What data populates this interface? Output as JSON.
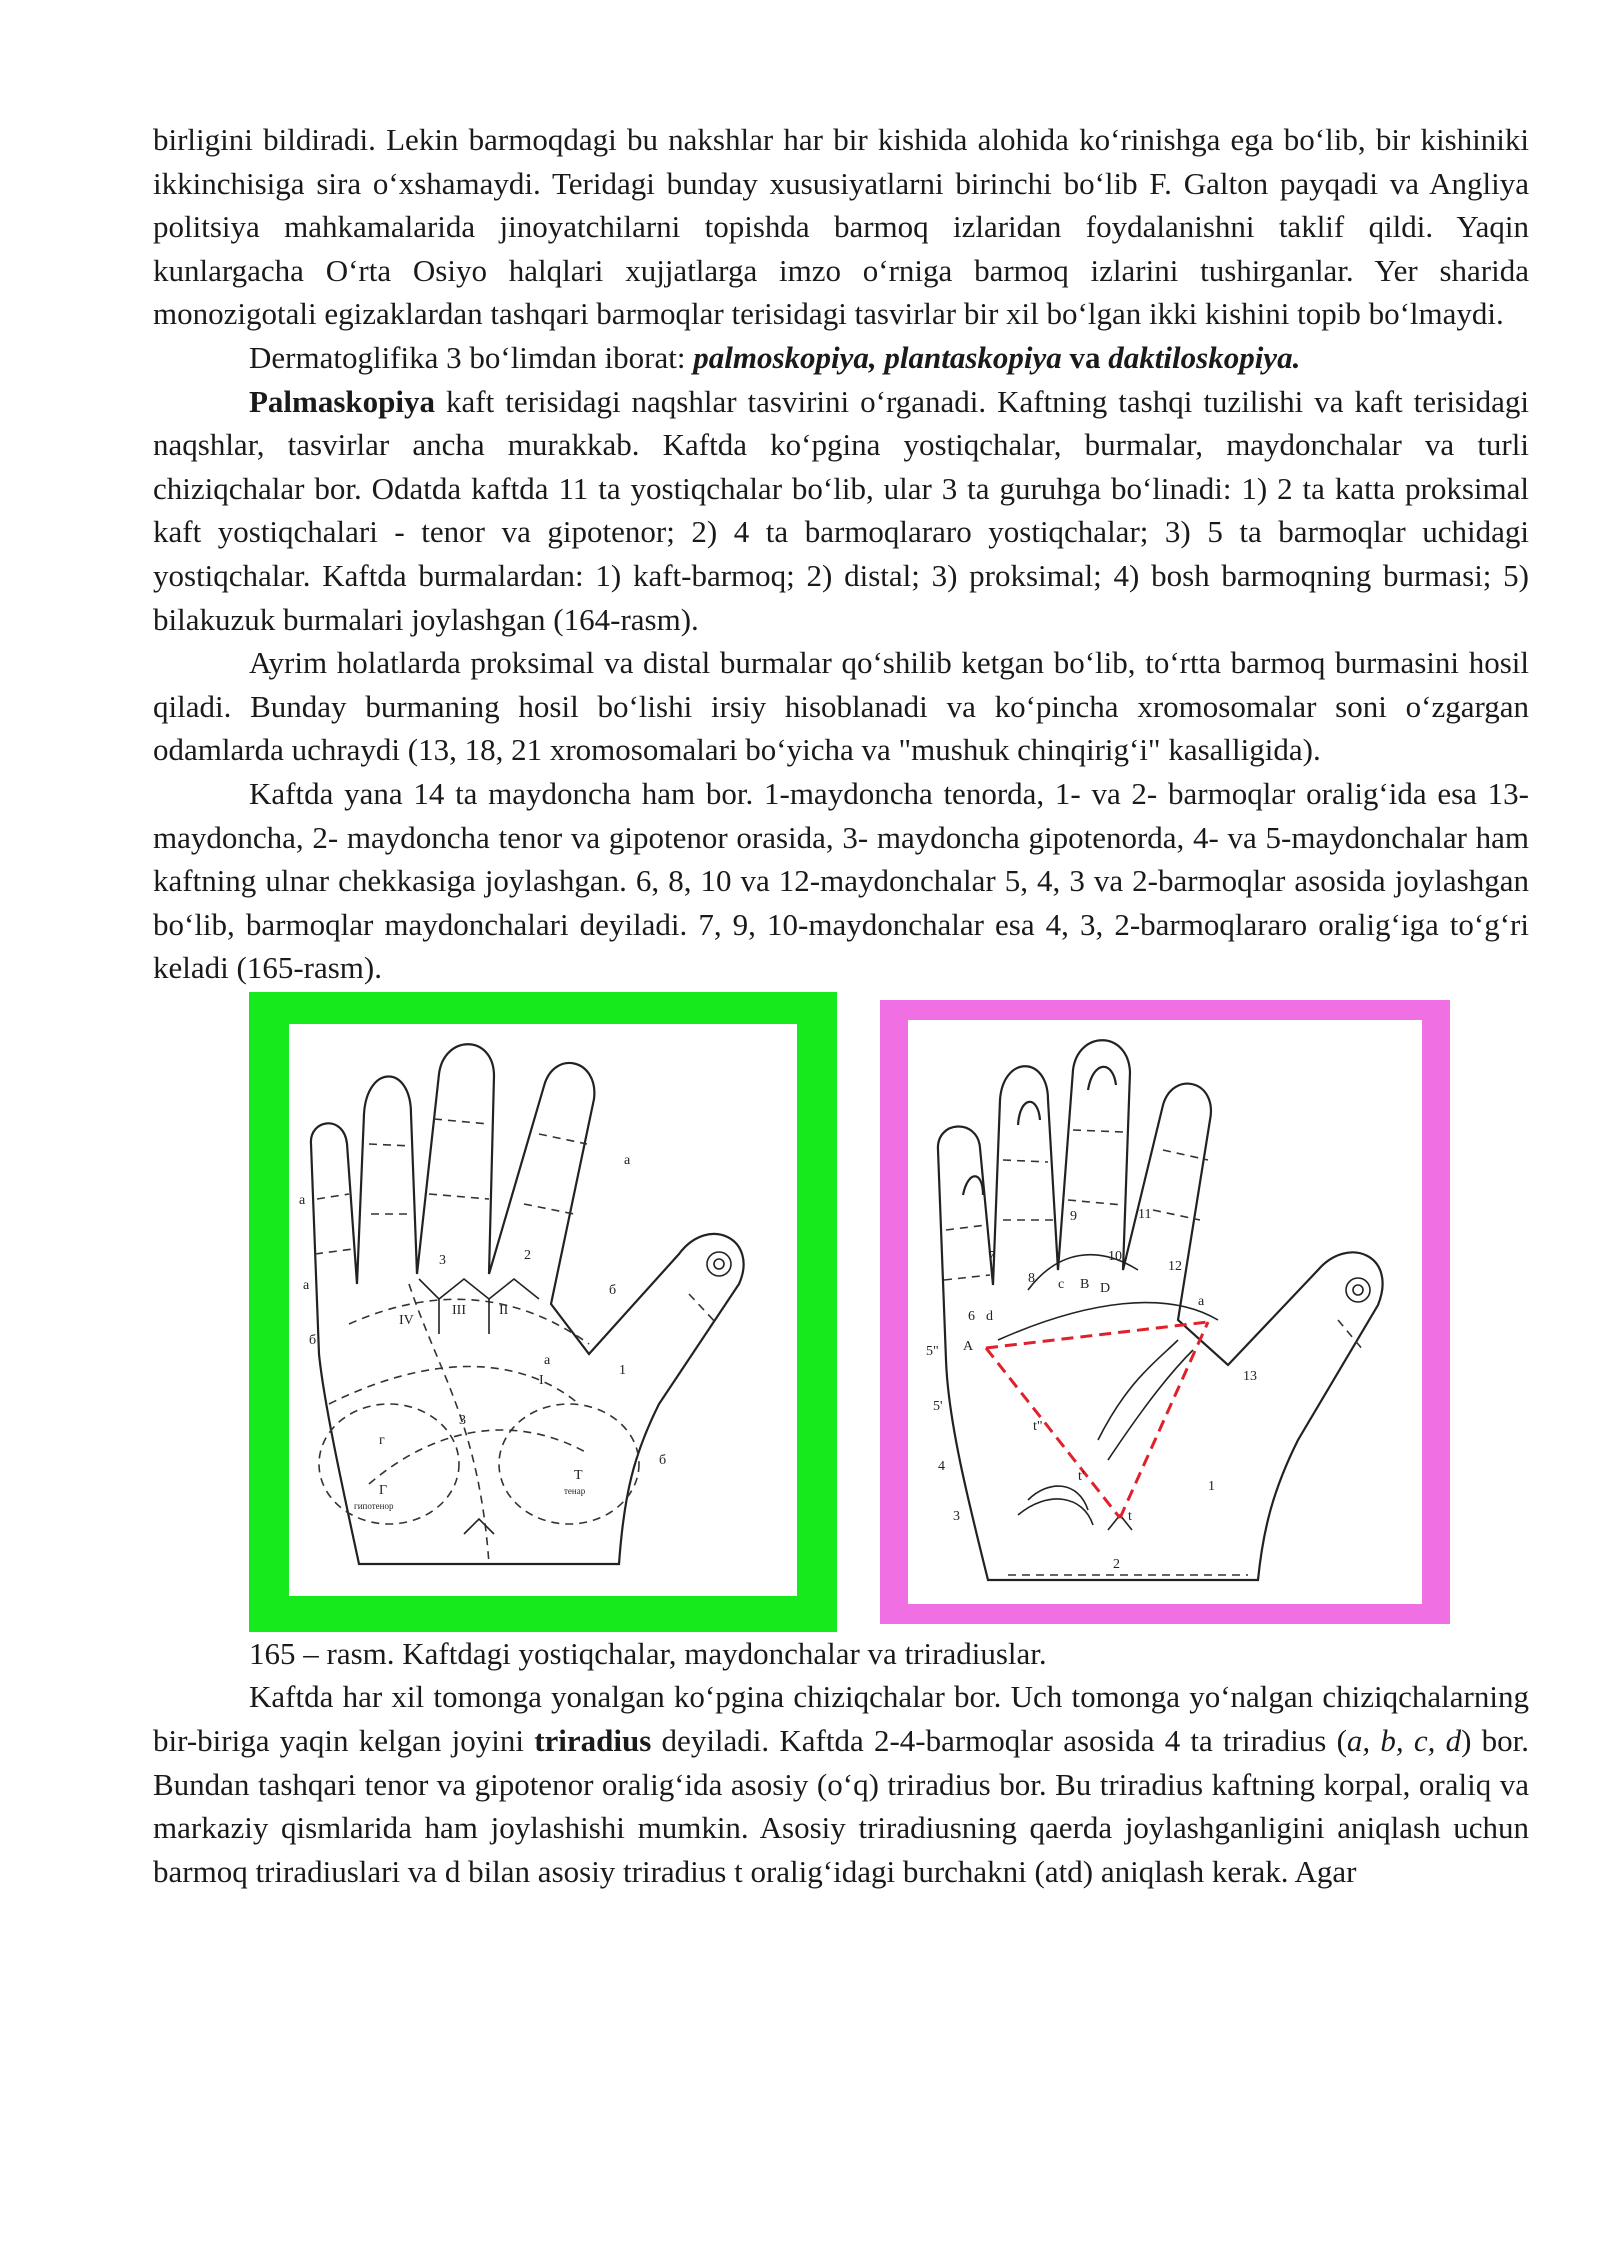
{
  "paragraphs": {
    "p1": "birligini bildiradi. Lekin barmoqdagi bu nakshlar har bir kishida alohida ko‘rinishga ega bo‘lib, bir kishiniki ikkinchisiga sira o‘xshamaydi. Teridagi bunday xususiyatlarni birinchi bo‘lib F. Galton payqadi va Angliya politsiya mahkamalarida jinoyatchilarni topishda barmoq izlaridan foydalanishni taklif qildi. Yaqin kunlargacha O‘rta Osiyo halqlari xujjatlarga imzo o‘rniga barmoq izlarini tushirganlar. Yer sharida monozigotali egizaklardan tashqari barmoqlar terisidagi tasvirlar bir xil bo‘lgan ikki kishini topib bo‘lmaydi.",
    "p2_start": "Dermatoglifika 3 bo‘limdan iborat: ",
    "p2_term1": "palmoskopiya, plantaskopiya",
    "p2_va": " va ",
    "p2_term2": "daktiloskopiya.",
    "p3_term": "Palmaskopiya",
    "p3_rest": " kaft terisidagi naqshlar tasvirini o‘rganadi. Kaftning tashqi tuzilishi va kaft terisidagi naqshlar, tasvirlar ancha murakkab. Kaftda ko‘pgina yostiqchalar, burmalar, maydonchalar va turli chiziqchalar bor. Odatda kaftda 11 ta yostiqchalar bo‘lib, ular 3 ta guruhga bo‘linadi: 1) 2 ta katta proksimal kaft yostiqchalari - tenor va gipotenor; 2) 4 ta barmoqlararo yostiqchalar; 3) 5 ta barmoqlar uchidagi  yostiqchalar. Kaftda burmalardan: 1) kaft-barmoq; 2) distal; 3) proksimal; 4) bosh barmoqning burmasi; 5) bilakuzuk burmalari joylashgan (164-rasm).",
    "p4": "Ayrim holatlarda proksimal va distal burmalar qo‘shilib ketgan bo‘lib, to‘rtta barmoq burmasini hosil qiladi. Bunday burmaning hosil bo‘lishi irsiy hisoblanadi va ko‘pincha xromosomalar soni o‘zgargan odamlarda uchraydi (13, 18, 21 xromosomalari bo‘yicha va \"mushuk chinqirig‘i\" kasalligida).",
    "p5": "Kaftda yana 14 ta maydoncha ham bor. 1-maydoncha tenorda, 1- va 2- barmoqlar oralig‘ida esa 13- maydoncha, 2- maydoncha tenor va gipotenor orasida, 3- maydoncha gipotenorda, 4- va 5-maydonchalar ham kaftning ulnar chekkasiga joylashgan. 6, 8, 10 va 12-maydonchalar 5, 4, 3 va 2-barmoqlar asosida joylashgan bo‘lib, barmoqlar maydonchalari deyiladi. 7, 9, 10-maydonchalar esa 4, 3, 2-barmoqlararo oralig‘iga to‘g‘ri keladi (165-rasm).",
    "caption": "165 – rasm.  Kaftdagi yostiqchalar, maydonchalar va triradiuslar.",
    "p6": "Kaftda har xil tomonga yonalgan ko‘pgina chiziqchalar bor. Uch tomonga yo‘nalgan chiziqchalarning bir-biriga yaqin kelgan joyini ",
    "p6_term": "triradius",
    "p6_rest": " deyiladi.  Kaftda 2-4-barmoqlar asosida 4 ta triradius (",
    "p6_a": "a, b, c, d",
    "p6_end": ") bor. Bundan tashqari tenor va gipotenor oralig‘ida asosiy (o‘q) triradius bor. Bu triradius kaftning korpal, oraliq va markaziy qismlarida ham joylashishi mumkin. Asosiy triradiusning qaerda joylashganligini aniqlash uchun barmoq triradiuslari va d  bilan asosiy triradius t oralig‘idagi burchakni (atd) aniqlash kerak. Agar"
  },
  "figure_left": {
    "labels": [
      "a",
      "a",
      "a",
      "3",
      "2",
      "a",
      "б",
      "б",
      "IV",
      "III",
      "II",
      "I",
      "1",
      "3",
      "г",
      "Г",
      "гипотенор",
      "T",
      "тенар",
      "б"
    ],
    "frame_color": "#17ea1c"
  },
  "figure_right": {
    "labels": [
      "9",
      "11",
      "7",
      "10",
      "12",
      "6",
      "d",
      "8",
      "c",
      "B",
      "D",
      "a",
      "A",
      "5\"",
      "5'",
      "4",
      "3",
      "t\"",
      "t'",
      "t",
      "2",
      "1",
      "13"
    ],
    "frame_color": "#f070e3",
    "line_color": "#e0202a"
  }
}
